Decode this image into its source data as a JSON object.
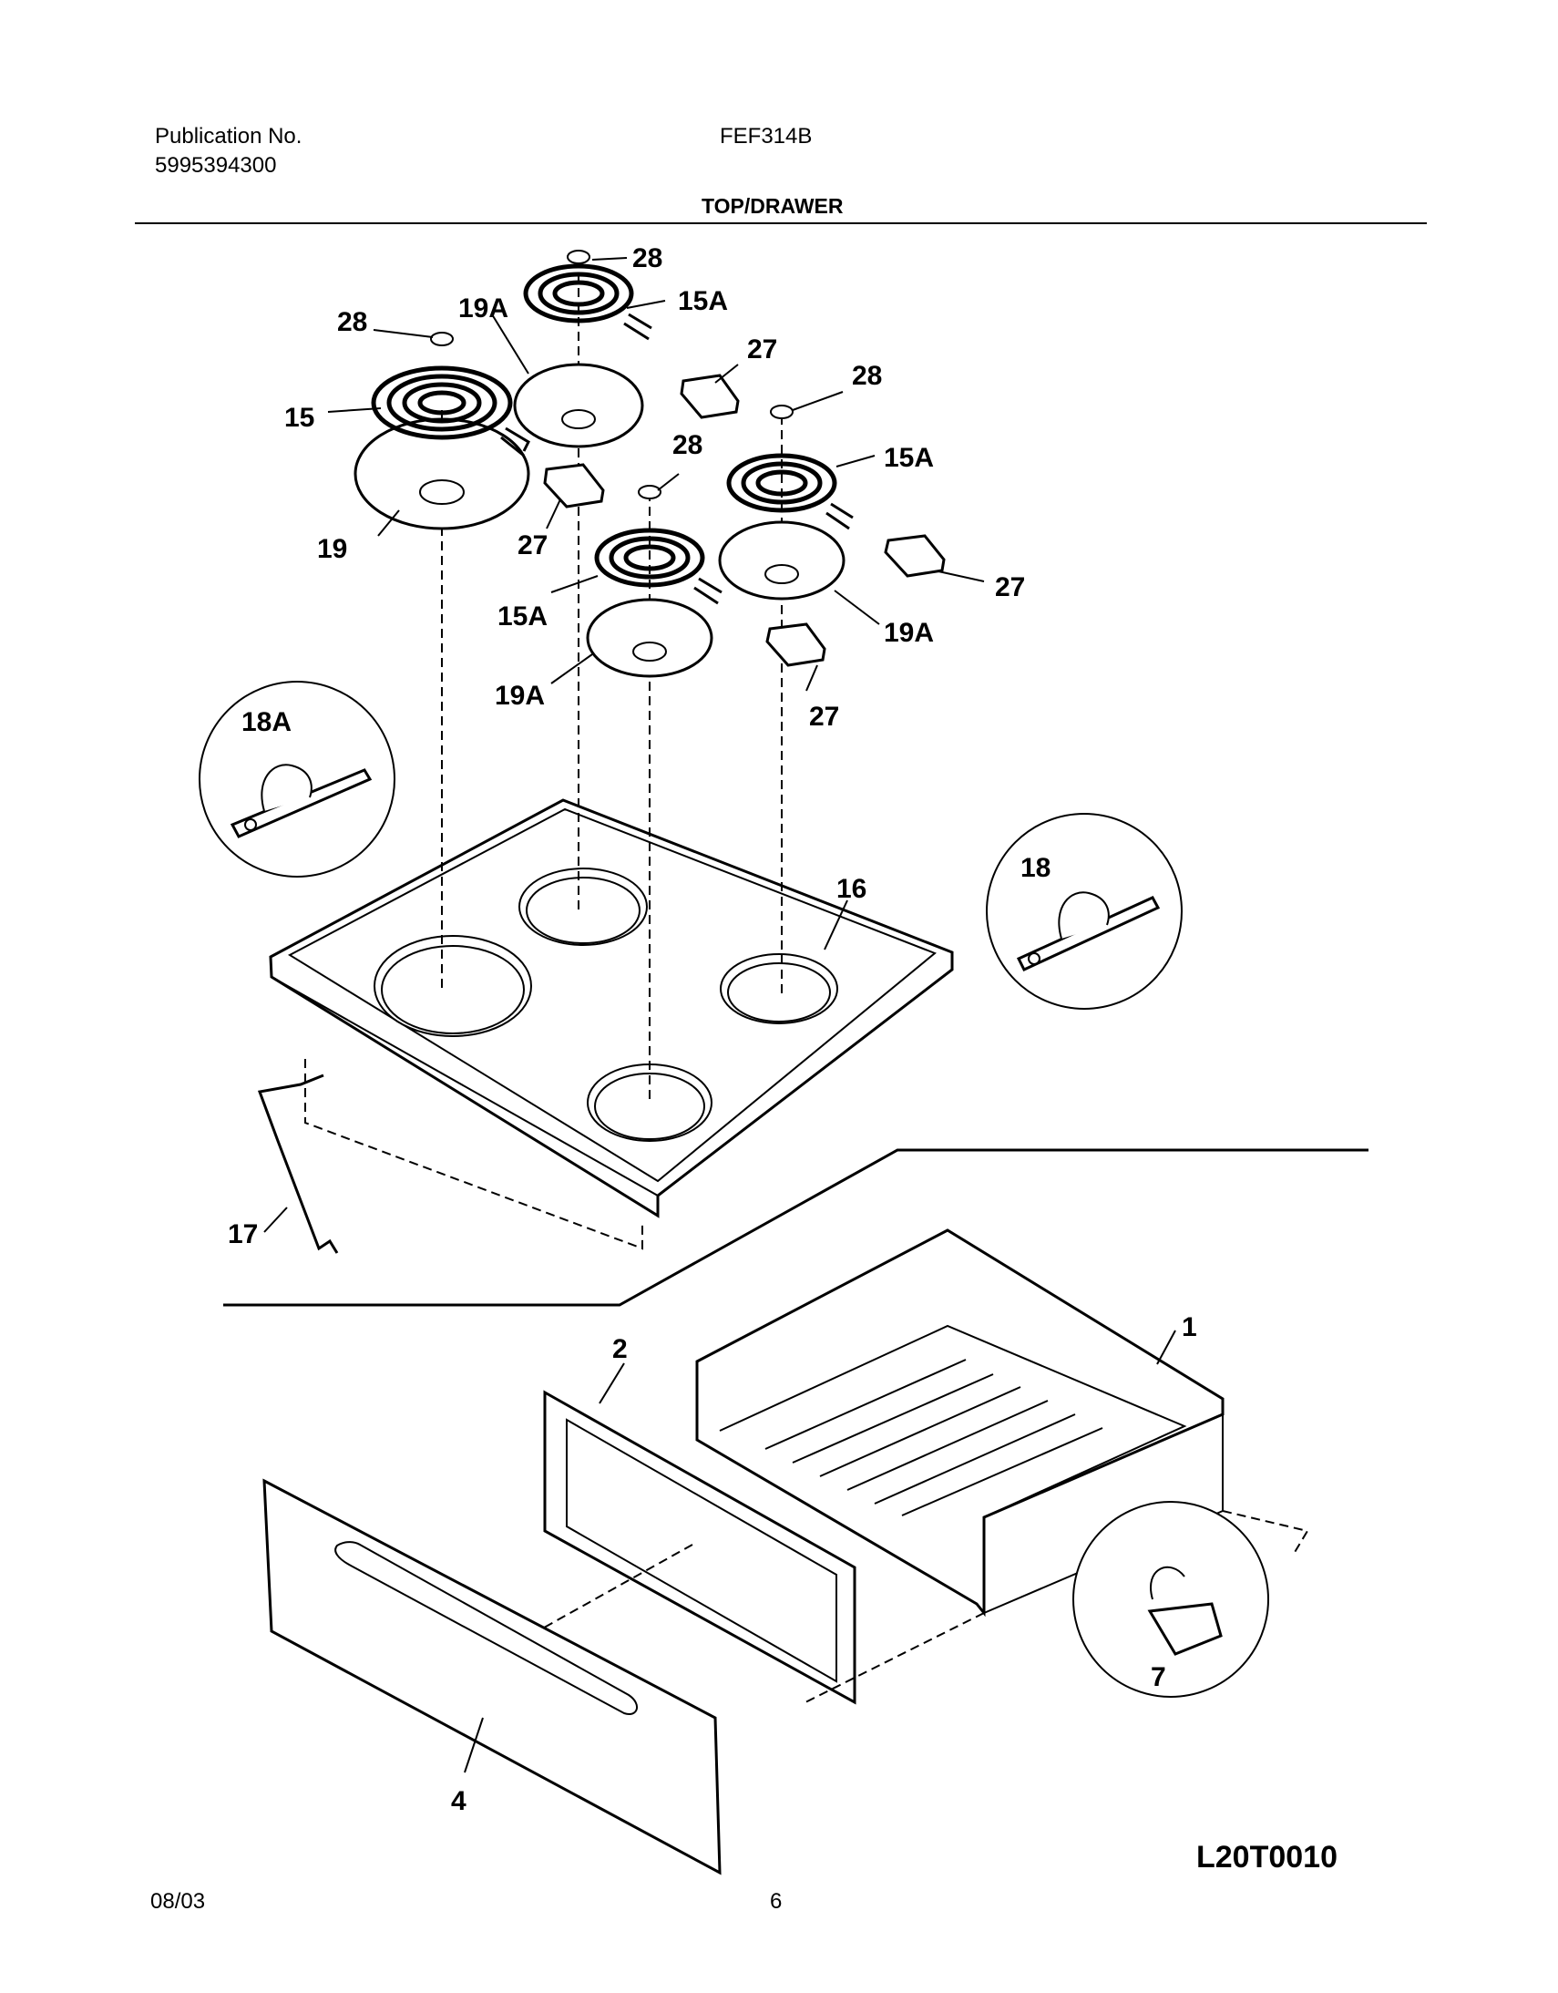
{
  "header": {
    "publication_label": "Publication No.",
    "publication_number": "5995394300",
    "model": "FEF314B",
    "section_title": "TOP/DRAWER"
  },
  "callouts": {
    "c28a": "28",
    "c15a_top": "15A",
    "c28b": "28",
    "c19a_top": "19A",
    "c27a": "27",
    "c28c": "28",
    "c15": "15",
    "c15a_right": "15A",
    "c28d": "28",
    "c19": "19",
    "c27b": "27",
    "c27c": "27",
    "c15a_mid": "15A",
    "c19a_right": "19A",
    "c19a_mid": "19A",
    "c27d": "27",
    "c18a": "18A",
    "c16": "16",
    "c18": "18",
    "c17": "17",
    "c2": "2",
    "c1": "1",
    "c7": "7",
    "c4": "4"
  },
  "figure_code": "L20T0010",
  "footer": {
    "date": "08/03",
    "page": "6"
  }
}
